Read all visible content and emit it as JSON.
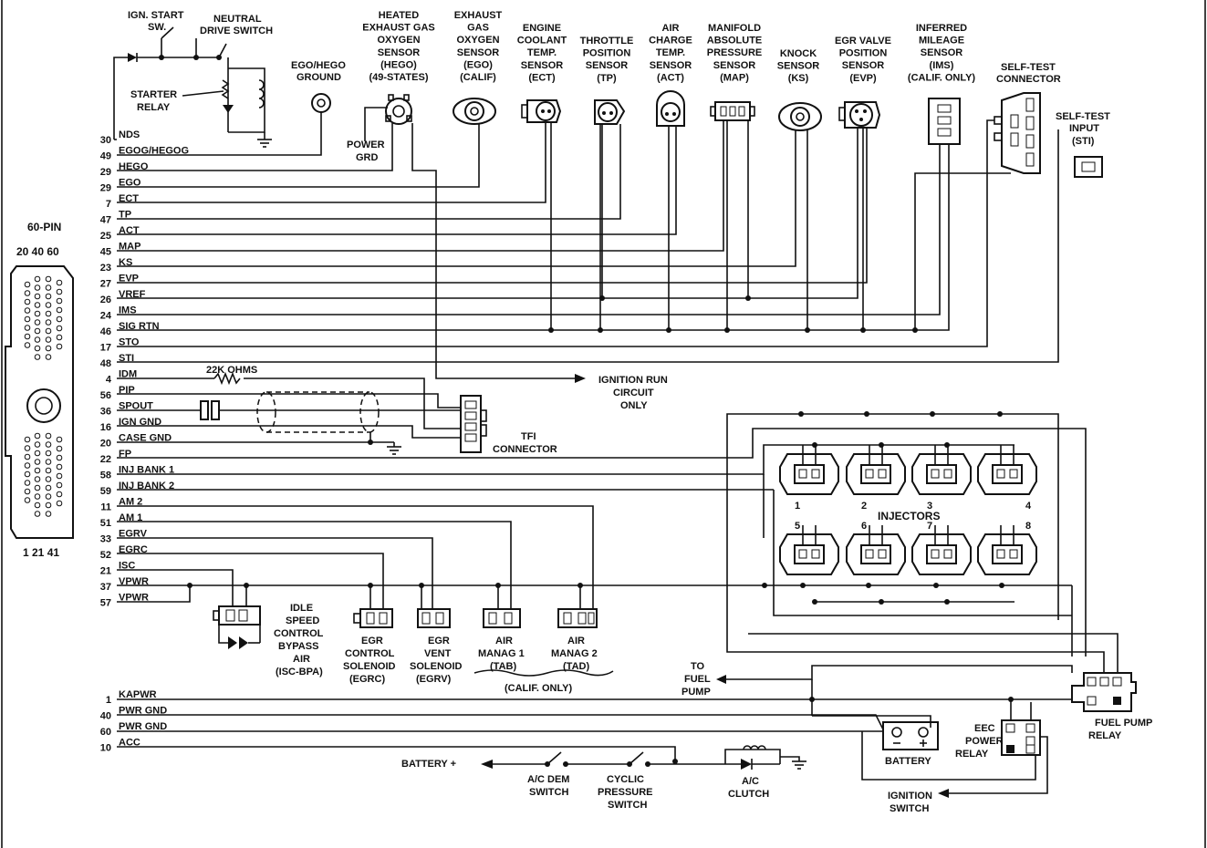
{
  "connector": {
    "title": "60-PIN",
    "top_pins": "20 40 60",
    "bottom_pins": "1 21 41"
  },
  "circuits": [
    {
      "pin": "30",
      "name": "NDS"
    },
    {
      "pin": "49",
      "name": "EGOG/HEGOG"
    },
    {
      "pin": "29",
      "name": "HEGO"
    },
    {
      "pin": "29",
      "name": "EGO"
    },
    {
      "pin": "7",
      "name": "ECT"
    },
    {
      "pin": "47",
      "name": "TP"
    },
    {
      "pin": "25",
      "name": "ACT"
    },
    {
      "pin": "45",
      "name": "MAP"
    },
    {
      "pin": "23",
      "name": "KS"
    },
    {
      "pin": "27",
      "name": "EVP"
    },
    {
      "pin": "26",
      "name": "VREF"
    },
    {
      "pin": "24",
      "name": "IMS"
    },
    {
      "pin": "46",
      "name": "SIG RTN"
    },
    {
      "pin": "17",
      "name": "STO"
    },
    {
      "pin": "48",
      "name": "STI"
    },
    {
      "pin": "4",
      "name": "IDM"
    },
    {
      "pin": "56",
      "name": "PIP"
    },
    {
      "pin": "36",
      "name": "SPOUT"
    },
    {
      "pin": "16",
      "name": "IGN GND"
    },
    {
      "pin": "20",
      "name": "CASE GND"
    },
    {
      "pin": "22",
      "name": "FP"
    },
    {
      "pin": "58",
      "name": "INJ BANK 1"
    },
    {
      "pin": "59",
      "name": "INJ BANK 2"
    },
    {
      "pin": "11",
      "name": "AM 2"
    },
    {
      "pin": "51",
      "name": "AM 1"
    },
    {
      "pin": "33",
      "name": "EGRV"
    },
    {
      "pin": "52",
      "name": "EGRC"
    },
    {
      "pin": "21",
      "name": "ISC"
    },
    {
      "pin": "37",
      "name": "VPWR"
    },
    {
      "pin": "57",
      "name": "VPWR"
    }
  ],
  "bottom_circuits": [
    {
      "pin": "1",
      "name": "KAPWR"
    },
    {
      "pin": "40",
      "name": "PWR GND"
    },
    {
      "pin": "60",
      "name": "PWR GND"
    },
    {
      "pin": "10",
      "name": "ACC"
    }
  ],
  "sensors": [
    {
      "lines": [
        "HEATED",
        "EXHAUST GAS",
        "OXYGEN",
        "SENSOR",
        "(HEGO)",
        "(49-STATES)"
      ]
    },
    {
      "lines": [
        "EXHAUST",
        "GAS",
        "OXYGEN",
        "SENSOR",
        "(EGO)",
        "(CALIF)"
      ]
    },
    {
      "lines": [
        "ENGINE",
        "COOLANT",
        "TEMP.",
        "SENSOR",
        "(ECT)"
      ]
    },
    {
      "lines": [
        "THROTTLE",
        "POSITION",
        "SENSOR",
        "(TP)"
      ]
    },
    {
      "lines": [
        "AIR",
        "CHARGE",
        "TEMP.",
        "SENSOR",
        "(ACT)"
      ]
    },
    {
      "lines": [
        "MANIFOLD",
        "ABSOLUTE",
        "PRESSURE",
        "SENSOR",
        "(MAP)"
      ]
    },
    {
      "lines": [
        "KNOCK",
        "SENSOR",
        "(KS)"
      ]
    },
    {
      "lines": [
        "EGR VALVE",
        "POSITION",
        "SENSOR",
        "(EVP)"
      ]
    },
    {
      "lines": [
        "INFERRED",
        "MILEAGE",
        "SENSOR",
        "(IMS)",
        "(CALIF. ONLY)"
      ]
    }
  ],
  "labels": {
    "ign_start_1": "IGN. START",
    "ign_start_2": "SW.",
    "neutral_1": "NEUTRAL",
    "neutral_2": "DRIVE SWITCH",
    "starter_1": "STARTER",
    "starter_2": "RELAY",
    "ego_gnd_1": "EGO/HEGO",
    "ego_gnd_2": "GROUND",
    "power_grd_1": "POWER",
    "power_grd_2": "GRD",
    "selftest_1": "SELF-TEST",
    "selftest_2": "CONNECTOR",
    "sti_1": "SELF-TEST",
    "sti_2": "INPUT",
    "sti_3": "(STI)",
    "ohms": "22K OHMS",
    "ign_run_1": "IGNITION RUN",
    "ign_run_2": "CIRCUIT",
    "ign_run_3": "ONLY",
    "tfi_1": "TFI",
    "tfi_2": "CONNECTOR",
    "injectors": "INJECTORS",
    "isc_1": "IDLE",
    "isc_2": "SPEED",
    "isc_3": "CONTROL",
    "isc_4": "BYPASS",
    "isc_5": "AIR",
    "isc_6": "(ISC-BPA)",
    "egrc_1": "EGR",
    "egrc_2": "CONTROL",
    "egrc_3": "SOLENOID",
    "egrc_4": "(EGRC)",
    "egrv_1": "EGR",
    "egrv_2": "VENT",
    "egrv_3": "SOLENOID",
    "egrv_4": "(EGRV)",
    "tab_1": "AIR",
    "tab_2": "MANAG 1",
    "tab_3": "(TAB)",
    "tad_1": "AIR",
    "tad_2": "MANAG 2",
    "tad_3": "(TAD)",
    "calif_only": "(CALIF. ONLY)",
    "fuel_1": "TO",
    "fuel_2": "FUEL",
    "fuel_3": "PUMP",
    "fp_relay_1": "FUEL PUMP",
    "fp_relay_2": "RELAY",
    "eec_1": "EEC",
    "eec_2": "POWER",
    "eec_3": "RELAY",
    "battery": "BATTERY",
    "battery_plus": "BATTERY +",
    "ign_sw_1": "IGNITION",
    "ign_sw_2": "SWITCH",
    "ac_dem_1": "A/C DEM",
    "ac_dem_2": "SWITCH",
    "cyclic_1": "CYCLIC",
    "cyclic_2": "PRESSURE",
    "cyclic_3": "SWITCH",
    "ac_clutch_1": "A/C",
    "ac_clutch_2": "CLUTCH",
    "inj_nums": [
      "1",
      "2",
      "3",
      "4",
      "5",
      "6",
      "7",
      "8"
    ]
  }
}
